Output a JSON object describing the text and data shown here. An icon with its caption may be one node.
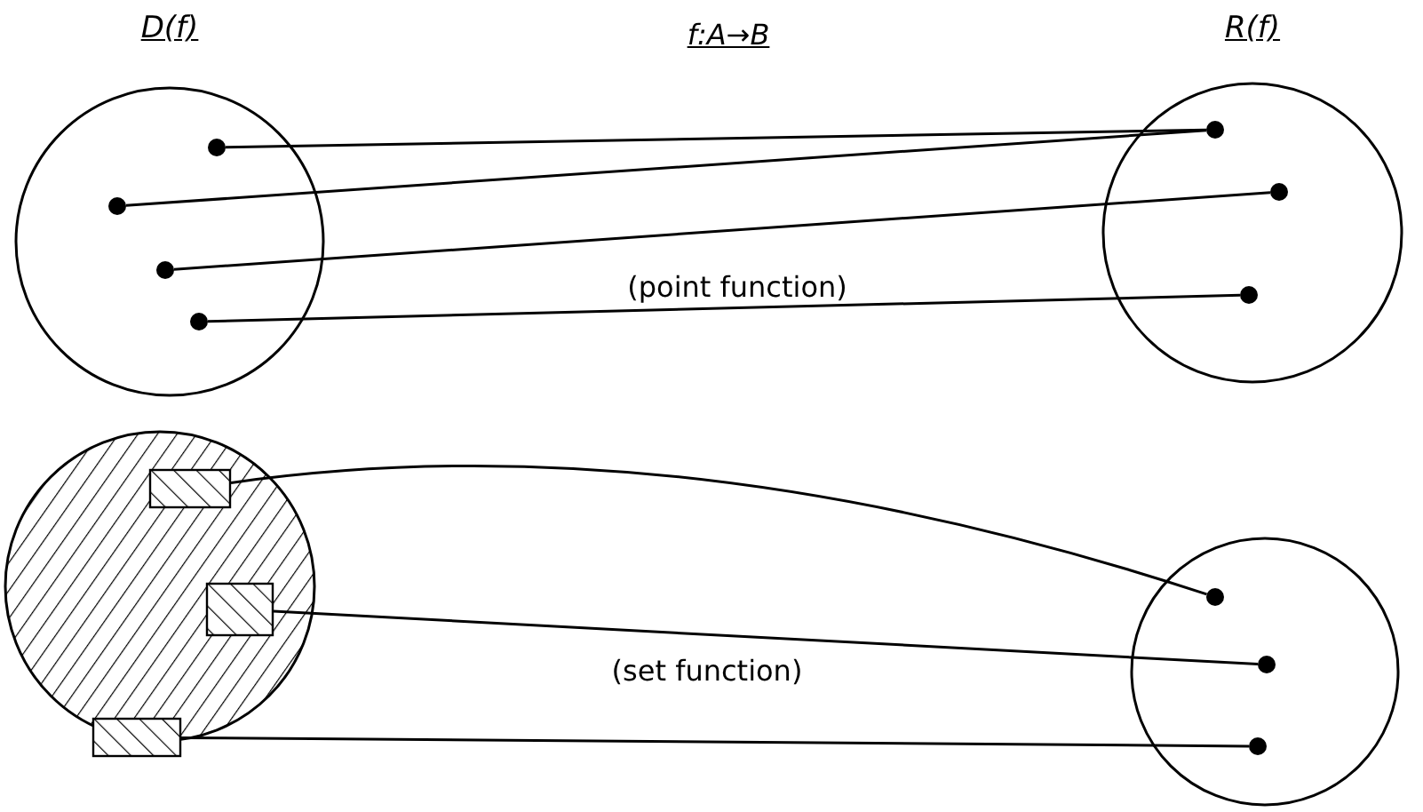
{
  "diagram": {
    "nodes": [
      {
        "text": [
          "D(f)"
        ]
      },
      {
        "text": [],
        "shape": "circle",
        "in": 0
      },
      {
        "text": [],
        "shape": "circle",
        "in": 0
      },
      {
        "text": [],
        "shape": "circle",
        "in": 0
      },
      {
        "text": [],
        "shape": "circle",
        "in": 0
      },
      {
        "text": [
          "R(f)"
        ]
      },
      {
        "text": [],
        "shape": "circle",
        "in": 5
      },
      {
        "text": [],
        "shape": "circle",
        "in": 5
      },
      {
        "text": [],
        "shape": "circle",
        "in": 5
      },
      {
        "text": [],
        "shape": "circle"
      },
      {
        "text": [],
        "shape": "box",
        "in": 9
      },
      {
        "text": [],
        "shape": "box",
        "in": 9
      },
      {
        "text": [],
        "shape": "box",
        "in": 9
      },
      {
        "text": [],
        "shape": "circle"
      },
      {
        "text": [],
        "shape": "circle",
        "in": 13
      },
      {
        "text": [],
        "shape": "circle",
        "in": 13
      },
      {
        "text": [],
        "shape": "circle",
        "in": 13
      }
    ],
    "edges": [
      {
        "from": 1,
        "to": 6,
        "arrow": "none"
      },
      {
        "from": 2,
        "to": 6,
        "arrow": "none"
      },
      {
        "from": 3,
        "to": 7,
        "arrow": "none"
      },
      {
        "from": 4,
        "to": 8,
        "arrow": "none"
      },
      {
        "from": 10,
        "to": 14,
        "arrow": "none"
      },
      {
        "from": 11,
        "to": 15,
        "arrow": "none"
      },
      {
        "from": 12,
        "to": 16,
        "arrow": "none"
      }
    ],
    "labels": [
      "f:A→B",
      "(point function)",
      "(set function)"
    ]
  }
}
